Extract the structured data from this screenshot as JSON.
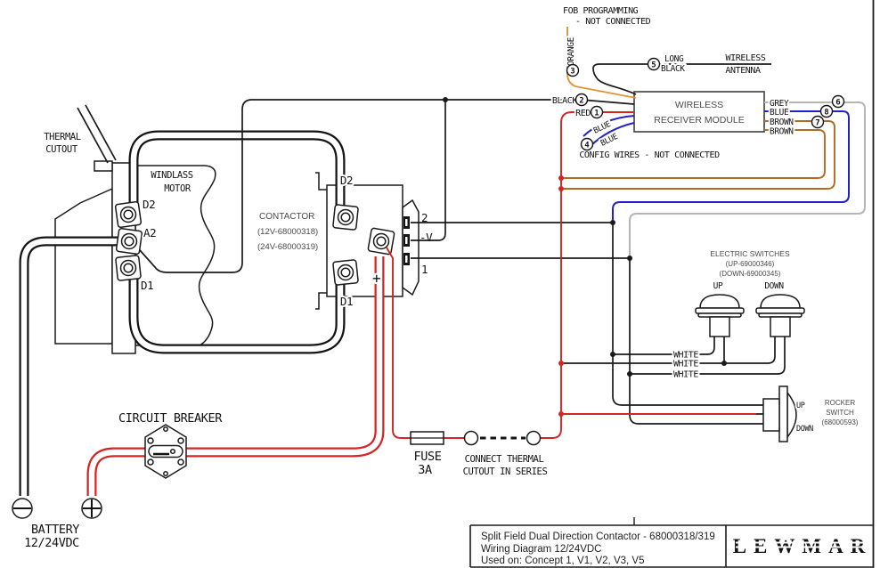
{
  "labels": {
    "fob1": "FOB PROGRAMMING",
    "fob2": "- NOT CONNECTED",
    "orange": "ORANGE",
    "long": "LONG",
    "black_antenna": "BLACK",
    "wireless": "WIRELESS",
    "antenna": "ANTENNA",
    "module1": "WIRELESS",
    "module2": "RECEIVER MODULE",
    "black": "BLACK",
    "red": "RED",
    "blue_cfg1": "BLUE",
    "blue_cfg2": "BLUE",
    "config": "CONFIG WIRES - NOT CONNECTED",
    "grey": "GREY",
    "blue": "BLUE",
    "brown1": "BROWN",
    "brown2": "BROWN",
    "thermal1": "THERMAL",
    "thermal2": "CUTOUT",
    "motor1": "WINDLASS",
    "motor2": "MOTOR",
    "motor_d2": "D2",
    "motor_a2": "A2",
    "motor_d1": "D1",
    "contactor": "CONTACTOR",
    "contactor_12v": "(12V-68000318)",
    "contactor_24v": "(24V-68000319)",
    "cont_d2": "D2",
    "cont_d1": "D1",
    "cont_plus": "+",
    "pin2": "2",
    "pin_v": "-V",
    "pin1": "1",
    "sw_title": "ELECTRIC SWITCHES",
    "sw_up_part": "(UP-69000346)",
    "sw_down_part": "(DOWN-69000345)",
    "sw_up": "UP",
    "sw_down": "DOWN",
    "white": "WHITE",
    "rocker_up": "UP",
    "rocker_down": "DOWN",
    "rocker1": "ROCKER",
    "rocker2": "SWITCH",
    "rocker_part": "(68000593)",
    "breaker": "CIRCUIT BREAKER",
    "battery1": "BATTERY",
    "battery2": "12/24VDC",
    "fuse1": "FUSE",
    "fuse2": "3A",
    "series1": "CONNECT THERMAL",
    "series2": "CUTOUT IN SERIES"
  },
  "callouts": {
    "n1": "1",
    "n2": "2",
    "n3": "3",
    "n4": "4",
    "n5": "5",
    "n6": "6",
    "n7": "7",
    "n8": "8"
  },
  "title_block": {
    "line1": "Split Field Dual Direction Contactor - 68000318/319",
    "line2": "Wiring Diagram 12/24VDC",
    "line3": "Used on: Concept 1, V1, V2, V3, V5",
    "logo": "LEWMAR"
  },
  "colors": {
    "wire_red": "#d42424",
    "wire_orange": "#e2933c",
    "wire_brown": "#b26a24",
    "wire_blue": "#2121c8",
    "wire_grey": "#b5b5b5",
    "wire_black": "#1a1a1a"
  }
}
